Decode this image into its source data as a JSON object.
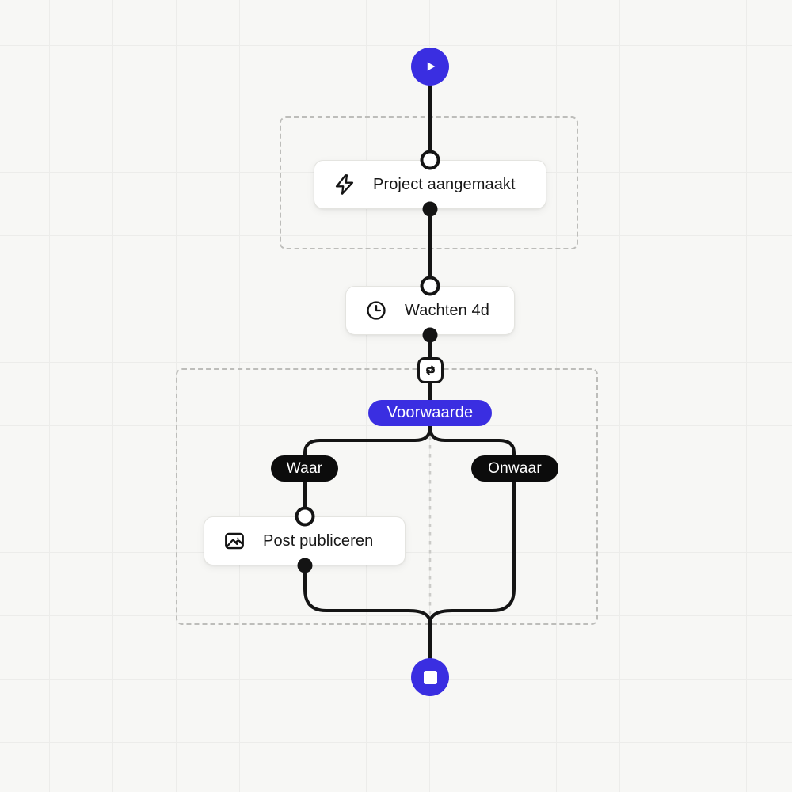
{
  "colors": {
    "accent": "#3A2EE1",
    "line": "#141414",
    "node_border": "#E4E4E0",
    "dashed_box": "#BDBDBA",
    "guide_line": "#CBCBC8",
    "canvas_bg": "#F7F7F5",
    "grid_line": "#ECECEA",
    "branch_pill_bg": "#0C0C0C"
  },
  "workflow": {
    "nodes": [
      {
        "id": "trigger",
        "icon": "zap-icon",
        "label": "Project aangemaakt"
      },
      {
        "id": "wait",
        "icon": "clock-icon",
        "label": "Wachten 4d"
      },
      {
        "id": "condition",
        "icon": "swap-horizontal-icon",
        "label": "Voorwaarde"
      },
      {
        "id": "action",
        "icon": "image-icon",
        "label": "Post publiceren"
      }
    ],
    "branches": [
      {
        "id": "true",
        "label": "Waar"
      },
      {
        "id": "false",
        "label": "Onwaar"
      }
    ]
  }
}
